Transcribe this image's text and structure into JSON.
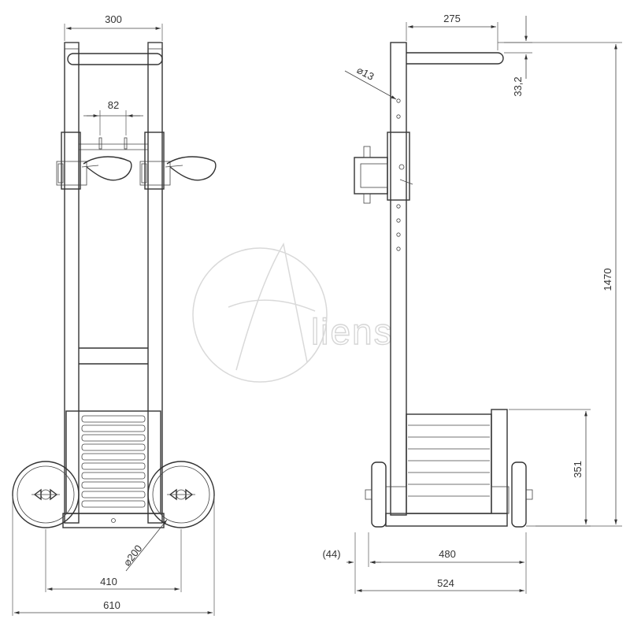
{
  "watermark": {
    "logo": "Aliens"
  },
  "front_view": {
    "dims": {
      "handle_width": "300",
      "clip_spacing": "82",
      "wheel_diameter": "⌀200",
      "wheel_track": "410",
      "overall_width": "610"
    }
  },
  "side_view": {
    "dims": {
      "handle_length": "275",
      "hole_diameter": "⌀13",
      "handle_offset": "33,2",
      "overall_height": "1470",
      "plate_height": "351",
      "wheel_offset": "(44)",
      "base_depth": "480",
      "overall_depth": "524"
    }
  }
}
